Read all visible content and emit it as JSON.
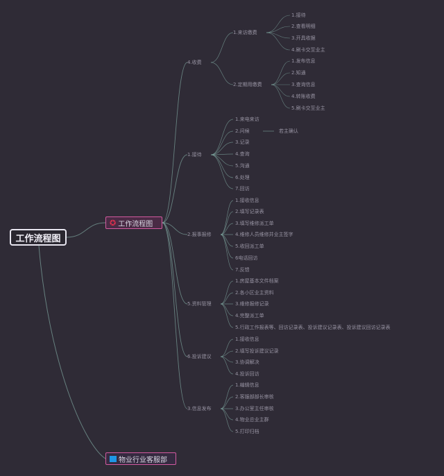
{
  "root": {
    "label": "工作流程图"
  },
  "main_nodes": [
    {
      "label": "工作流程图",
      "icon": "star-icon"
    },
    {
      "label": "物业行业客服部",
      "icon": "flag-icon"
    }
  ],
  "branches": [
    {
      "label": "4.收费",
      "children": [
        {
          "label": "1.来访缴费",
          "children": [
            "1.接待",
            "2.查看明细",
            "3.开具收据",
            "4.刷卡交至业主"
          ]
        },
        {
          "label": "2.定期用缴费",
          "children": [
            "1.发布信息",
            "2.知通",
            "3.查询信息",
            "4.转账收费",
            "5.刷卡交至业主"
          ]
        }
      ]
    },
    {
      "label": "1.接待",
      "children": [
        {
          "label": "1.来电来访",
          "children": []
        },
        {
          "label": "2.问候",
          "children": [
            "若主确认"
          ]
        },
        {
          "label": "3.记录",
          "children": []
        },
        {
          "label": "4.查询",
          "children": []
        },
        {
          "label": "5.沟通",
          "children": []
        },
        {
          "label": "6.处理",
          "children": []
        },
        {
          "label": "7.回访",
          "children": []
        }
      ]
    },
    {
      "label": "2.报事报修",
      "children": [
        {
          "label": "1.接收信息",
          "children": []
        },
        {
          "label": "2.填写记录表",
          "children": []
        },
        {
          "label": "3.填写维修派工单",
          "children": []
        },
        {
          "label": "4.维修人员维修并业主签字",
          "children": []
        },
        {
          "label": "5.收回派工单",
          "children": []
        },
        {
          "label": "6电话回访",
          "children": []
        },
        {
          "label": "7.反馈",
          "children": []
        }
      ]
    },
    {
      "label": "5.资料管理",
      "children": [
        {
          "label": "1.房屋基本文件档案",
          "children": []
        },
        {
          "label": "2.各小区业主资料",
          "children": []
        },
        {
          "label": "3.维修报修记录",
          "children": []
        },
        {
          "label": "4.完整派工单",
          "children": []
        },
        {
          "label": "5.行政工作报表等、回访记录表、投诉建议记录表、投诉建议回访记录表",
          "children": []
        }
      ]
    },
    {
      "label": "6.投诉建议",
      "children": [
        {
          "label": "1.接收信息",
          "children": []
        },
        {
          "label": "2.填写投诉建议记录",
          "children": []
        },
        {
          "label": "3.协调解决",
          "children": []
        },
        {
          "label": "4.投诉回访",
          "children": []
        }
      ]
    },
    {
      "label": "3.信息发布",
      "children": [
        {
          "label": "1.编辑信息",
          "children": []
        },
        {
          "label": "2.客服部部长审核",
          "children": []
        },
        {
          "label": "3.办公室主任审核",
          "children": []
        },
        {
          "label": "4.物业总业主群",
          "children": []
        },
        {
          "label": "5.打印归档",
          "children": []
        }
      ]
    }
  ],
  "colors": {
    "background": "#2f2b36",
    "line": "#7fa79f",
    "accent": "#d45aa0"
  }
}
